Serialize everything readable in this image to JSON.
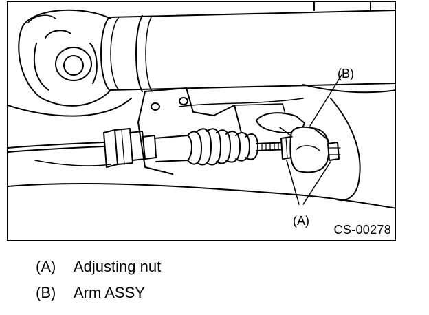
{
  "figure": {
    "code": "CS-00278",
    "callouts": {
      "a": "(A)",
      "b": "(B)"
    }
  },
  "legend": [
    {
      "key": "(A)",
      "label": "Adjusting nut"
    },
    {
      "key": "(B)",
      "label": "Arm ASSY"
    }
  ]
}
